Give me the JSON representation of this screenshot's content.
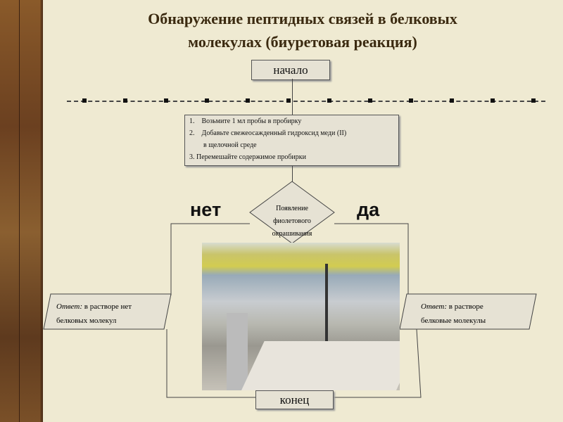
{
  "title": {
    "line1": "Обнаружение пептидных связей в белковых",
    "line2": "молекулах (биуретовая реакция)"
  },
  "start_label": "начало",
  "steps": [
    "1.    Возьмите 1 мл пробы в пробирку",
    "2.    Добавьте свежеосажденный гидроксид меди (II)",
    "        в щелочной среде",
    "3. Перемешайте содержимое пробирки"
  ],
  "decision": {
    "line1": "Появление",
    "line2": "фиолетового",
    "line3": "окрашивания"
  },
  "no_label": "нет",
  "yes_label": "да",
  "answer_no": {
    "prefix": "Ответ:",
    "line1": " в растворе нет",
    "line2": "белковых молекул"
  },
  "answer_yes": {
    "prefix": "Ответ:",
    "line1": " в растворе",
    "line2": "белковые молекулы"
  },
  "end_label": "конец"
}
